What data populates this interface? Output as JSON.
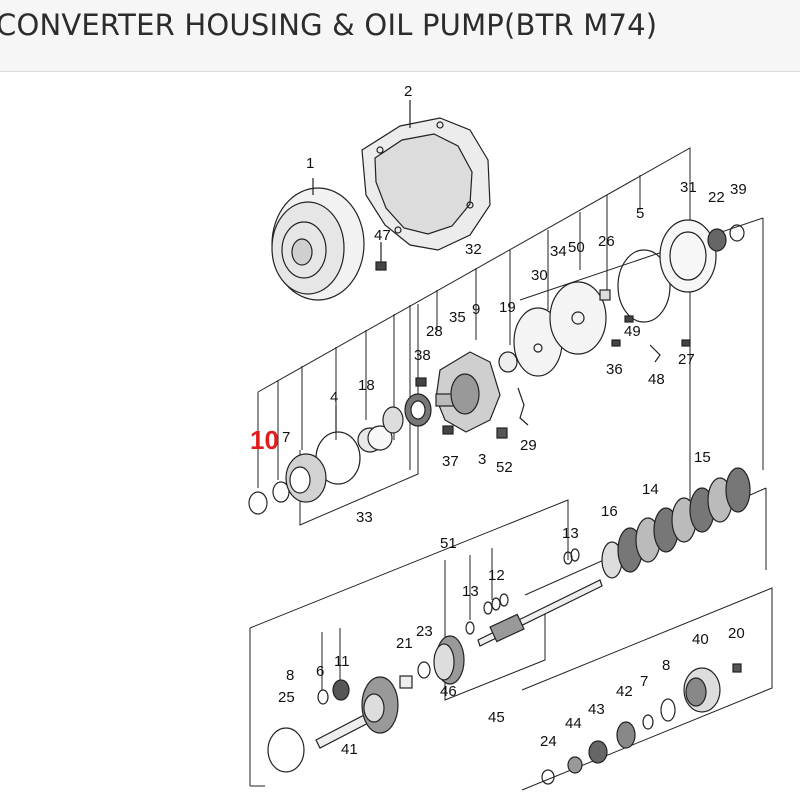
{
  "title": "CONVERTER HOUSING & OIL PUMP(BTR M74)",
  "highlight_color": "#e21c1c",
  "callouts": [
    {
      "id": "c1",
      "text": "1"
    },
    {
      "id": "c2",
      "text": "2"
    },
    {
      "id": "c3",
      "text": "3"
    },
    {
      "id": "c4",
      "text": "4"
    },
    {
      "id": "c5",
      "text": "5"
    },
    {
      "id": "c6",
      "text": "6"
    },
    {
      "id": "c7",
      "text": "7"
    },
    {
      "id": "c7b",
      "text": "7"
    },
    {
      "id": "c8",
      "text": "8"
    },
    {
      "id": "c8b",
      "text": "8"
    },
    {
      "id": "c9",
      "text": "9"
    },
    {
      "id": "c10",
      "text": "10",
      "highlight": true
    },
    {
      "id": "c11",
      "text": "11"
    },
    {
      "id": "c12",
      "text": "12"
    },
    {
      "id": "c13",
      "text": "13"
    },
    {
      "id": "c13b",
      "text": "13"
    },
    {
      "id": "c14",
      "text": "14"
    },
    {
      "id": "c15",
      "text": "15"
    },
    {
      "id": "c16",
      "text": "16"
    },
    {
      "id": "c18",
      "text": "18"
    },
    {
      "id": "c19",
      "text": "19"
    },
    {
      "id": "c20",
      "text": "20"
    },
    {
      "id": "c21",
      "text": "21"
    },
    {
      "id": "c22",
      "text": "22"
    },
    {
      "id": "c23",
      "text": "23"
    },
    {
      "id": "c24",
      "text": "24"
    },
    {
      "id": "c25",
      "text": "25"
    },
    {
      "id": "c26",
      "text": "26"
    },
    {
      "id": "c27",
      "text": "27"
    },
    {
      "id": "c28",
      "text": "28"
    },
    {
      "id": "c29",
      "text": "29"
    },
    {
      "id": "c30",
      "text": "30"
    },
    {
      "id": "c31",
      "text": "31"
    },
    {
      "id": "c32",
      "text": "32"
    },
    {
      "id": "c33",
      "text": "33"
    },
    {
      "id": "c34",
      "text": "34"
    },
    {
      "id": "c35",
      "text": "35"
    },
    {
      "id": "c36",
      "text": "36"
    },
    {
      "id": "c37",
      "text": "37"
    },
    {
      "id": "c38",
      "text": "38"
    },
    {
      "id": "c39",
      "text": "39"
    },
    {
      "id": "c40",
      "text": "40"
    },
    {
      "id": "c41",
      "text": "41"
    },
    {
      "id": "c42",
      "text": "42"
    },
    {
      "id": "c43",
      "text": "43"
    },
    {
      "id": "c44",
      "text": "44"
    },
    {
      "id": "c45",
      "text": "45"
    },
    {
      "id": "c46",
      "text": "46"
    },
    {
      "id": "c47",
      "text": "47"
    },
    {
      "id": "c48",
      "text": "48"
    },
    {
      "id": "c49",
      "text": "49"
    },
    {
      "id": "c50",
      "text": "50"
    },
    {
      "id": "c51",
      "text": "51"
    },
    {
      "id": "c52",
      "text": "52"
    }
  ]
}
